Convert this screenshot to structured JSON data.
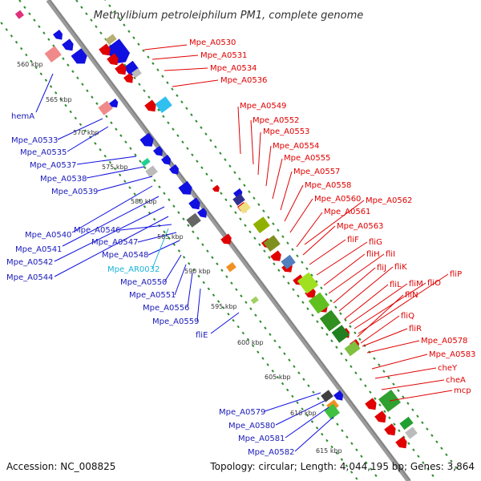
{
  "header": {
    "title": "Methylibium petroleiphilum PM1, complete genome"
  },
  "footer": {
    "accession": "Accession: NC_008825",
    "topology": "Topology: circular; Length: 4,044,195 bp; Genes: 3,864"
  },
  "colors": {
    "backbone": "#8c8c8c",
    "plus_strand": "#e00000",
    "minus_strand": "#1010e0",
    "rna": "#19b3d6",
    "tick": "#2e8b2e"
  },
  "kbp_ticks": [
    "560 kbp",
    "565 kbp",
    "570 kbp",
    "575 kbp",
    "580 kbp",
    "585 kbp",
    "590 kbp",
    "595 kbp",
    "600 kbp",
    "605 kbp",
    "610 kbp",
    "615 kbp"
  ],
  "labels_blue": [
    "hemA",
    "Mpe_A0533",
    "Mpe_A0535",
    "Mpe_A0537",
    "Mpe_A0538",
    "Mpe_A0539",
    "Mpe_A0540",
    "Mpe_A0541",
    "Mpe_A0542",
    "Mpe_A0544",
    "Mpe_A0546",
    "Mpe_A0547",
    "Mpe_A0548",
    "Mpe_A0550",
    "Mpe_A0551",
    "Mpe_A0556",
    "Mpe_A0559",
    "fliE",
    "Mpe_A0579",
    "Mpe_A0580",
    "Mpe_A0581",
    "Mpe_A0582"
  ],
  "labels_cyan": [
    "Mpe_AR0032"
  ],
  "labels_red": [
    "Mpe_A0530",
    "Mpe_A0531",
    "Mpe_A0534",
    "Mpe_A0536",
    "Mpe_A0549",
    "Mpe_A0552",
    "Mpe_A0553",
    "Mpe_A0554",
    "Mpe_A0555",
    "Mpe_A0557",
    "Mpe_A0558",
    "Mpe_A0560",
    "Mpe_A0562",
    "Mpe_A0561",
    "Mpe_A0563",
    "fliF",
    "fliG",
    "fliH",
    "fliI",
    "fliJ",
    "fliK",
    "fliL",
    "fliM",
    "fliO",
    "fliP",
    "fliN",
    "fliQ",
    "fliR",
    "Mpe_A0578",
    "Mpe_A0583",
    "cheY",
    "cheA",
    "mcp"
  ]
}
